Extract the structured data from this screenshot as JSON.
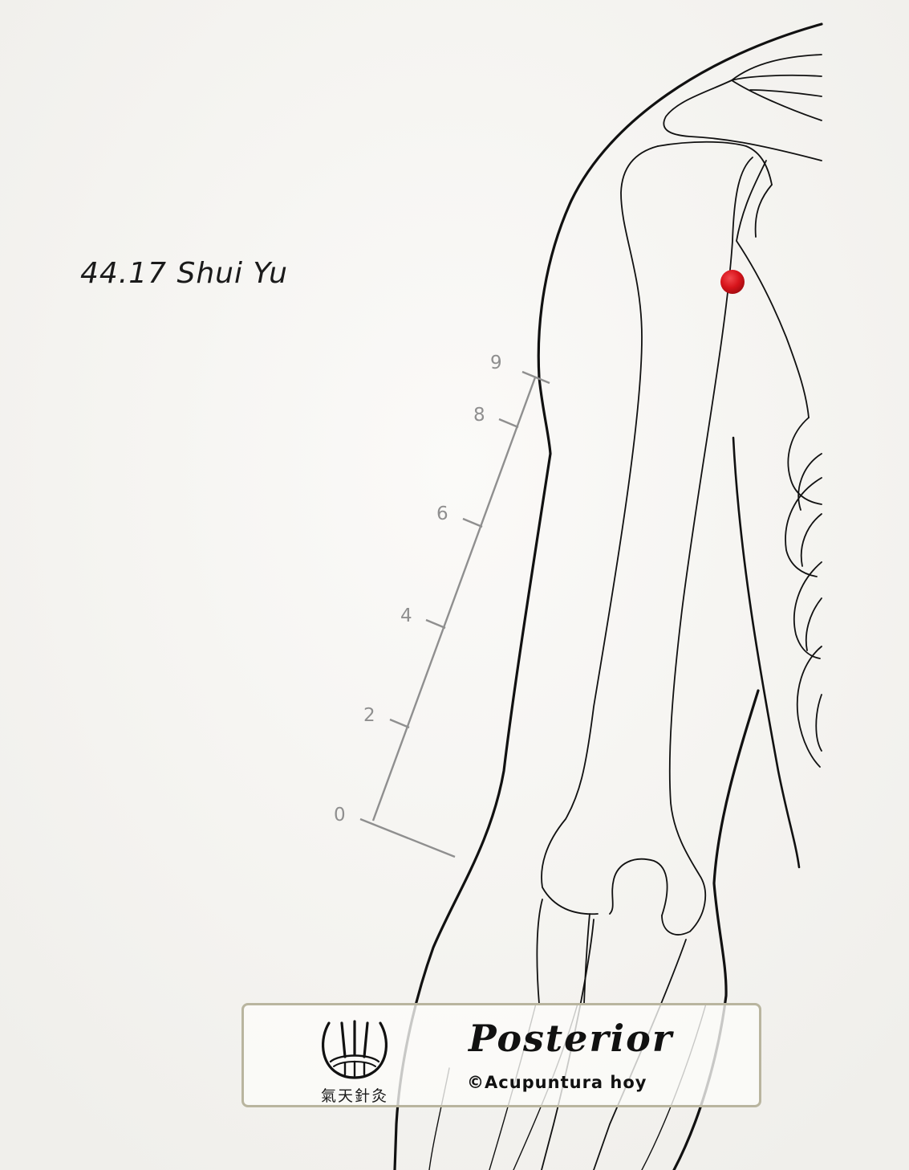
{
  "point": {
    "title": "44.17 Shui Yu",
    "marker_color": "#d7141b"
  },
  "scale": {
    "tick_labels": [
      "0",
      "2",
      "4",
      "6",
      "8",
      "9"
    ],
    "color": "#8f8f8f"
  },
  "caption": {
    "view": "Posterior",
    "copyright": "©Acupuntura hoy",
    "logo_text": "氣天針灸",
    "border_color": "#b9b59f"
  }
}
